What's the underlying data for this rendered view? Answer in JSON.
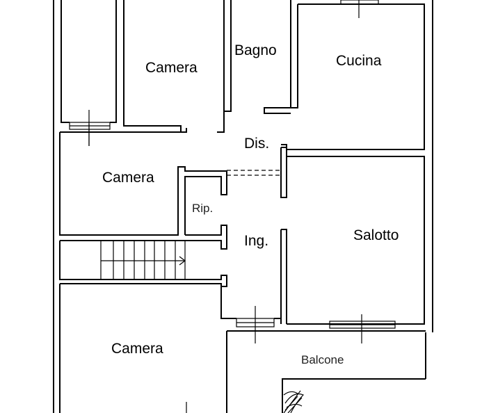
{
  "rooms": {
    "camera_top": "Camera",
    "bagno": "Bagno",
    "cucina": "Cucina",
    "disimpegno": "Dis.",
    "camera_middle": "Camera",
    "ripostiglio": "Rip.",
    "ingresso": "Ing.",
    "salotto": "Salotto",
    "camera_bottom": "Camera",
    "balcone": "Balcone"
  }
}
